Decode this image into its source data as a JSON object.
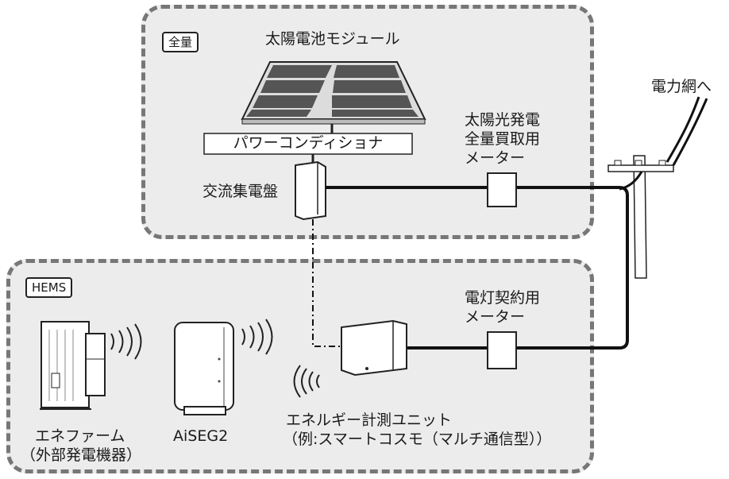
{
  "zones": {
    "top_tag": "全量",
    "bottom_tag": "HEMS"
  },
  "labels": {
    "solar_module": "太陽電池モジュール",
    "power_conditioner": "パワーコンディショナ",
    "ac_panel": "交流集電盤",
    "solar_meter_line1": "太陽光発電",
    "solar_meter_line2": "全量買取用",
    "solar_meter_line3": "メーター",
    "to_grid": "電力網へ",
    "light_meter_line1": "電灯契約用",
    "light_meter_line2": "メーター",
    "energy_unit_line1": "エネルギー計測ユニット",
    "energy_unit_line2": "（例:スマートコスモ（マルチ通信型））",
    "enefarm_line1": "エネファーム",
    "enefarm_line2": "（外部発電機器）",
    "aiseg": "AiSEG2"
  },
  "colors": {
    "zone_border": "#777777",
    "zone_fill": "#ececec",
    "line": "#111111"
  }
}
